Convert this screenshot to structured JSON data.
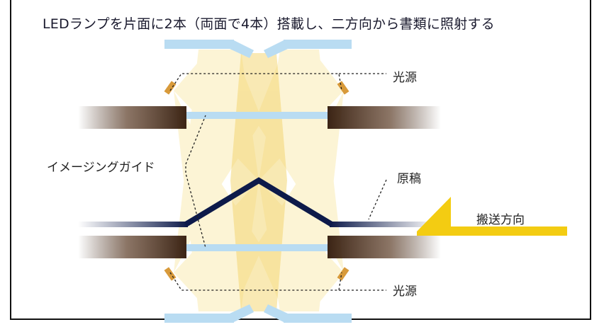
{
  "title": "LEDランプを片面に2本（両面で4本）搭載し、二方向から書類に照射する",
  "labels": {
    "light_source_top": "光源",
    "light_source_bottom": "光源",
    "imaging_guide": "イメージングガイド",
    "document": "原稿",
    "transport_direction": "搬送方向"
  }
}
